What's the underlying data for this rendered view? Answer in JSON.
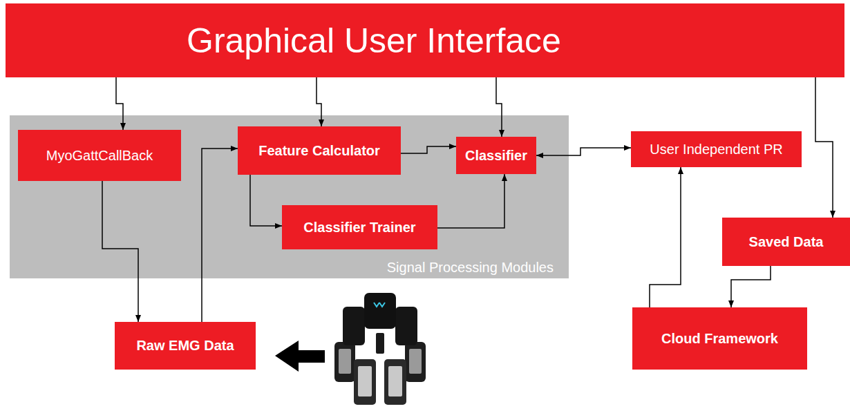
{
  "diagram": {
    "nodes": [
      {
        "text": [
          "Graphical User Interface"
        ]
      },
      {
        "text": [
          "Signal Processing Modules"
        ]
      },
      {
        "text": [
          "MyoGattCallBack"
        ],
        "in": 1
      },
      {
        "text": [
          "Feature Calculator"
        ],
        "in": 1
      },
      {
        "text": [
          "Classifier"
        ],
        "in": 1
      },
      {
        "text": [
          "Classifier Trainer"
        ],
        "in": 1
      },
      {
        "text": [
          "User Independent PR"
        ]
      },
      {
        "text": [
          "Saved Data"
        ]
      },
      {
        "text": [
          "Raw EMG Data"
        ]
      },
      {
        "text": [
          "Cloud Framework"
        ]
      }
    ],
    "edges": [
      {
        "from": 0,
        "to": 2,
        "arrow": "to"
      },
      {
        "from": 0,
        "to": 3,
        "arrow": "to"
      },
      {
        "from": 0,
        "to": 4,
        "arrow": "to"
      },
      {
        "from": 0,
        "to": 7,
        "arrow": "to"
      },
      {
        "from": 2,
        "to": 8,
        "arrow": "to"
      },
      {
        "from": 8,
        "to": 3,
        "arrow": "to"
      },
      {
        "from": 3,
        "to": 4,
        "arrow": "to"
      },
      {
        "from": 3,
        "to": 5,
        "arrow": "to"
      },
      {
        "from": 5,
        "to": 4,
        "arrow": "to"
      },
      {
        "from": 4,
        "to": 6,
        "arrow": "both"
      },
      {
        "from": 7,
        "to": 9,
        "arrow": "to"
      },
      {
        "from": 9,
        "to": 6,
        "arrow": "to"
      }
    ]
  }
}
